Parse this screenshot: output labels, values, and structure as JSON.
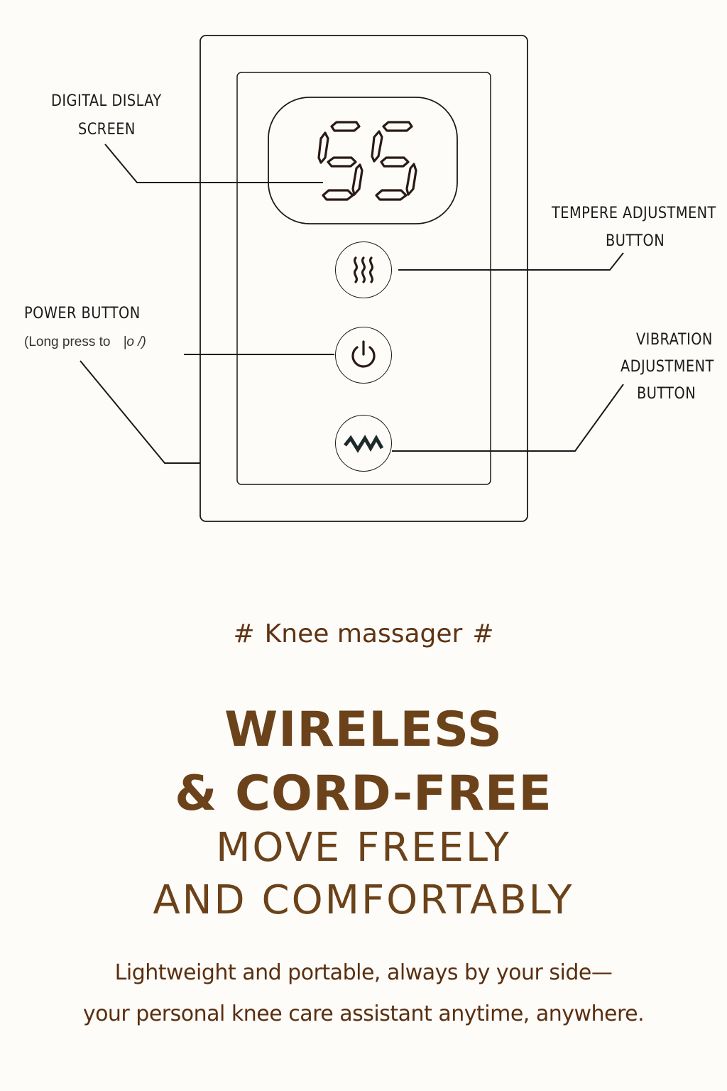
{
  "diagram": {
    "display": {
      "label_line1": "DIGITAL DISLAY",
      "label_line2": "SCREEN",
      "value": "55"
    },
    "temperature_button": {
      "label_line1": "TEMPERE ADJUSTMENT",
      "label_line2": "BUTTON",
      "icon": "heat-waves-icon"
    },
    "power_button": {
      "label": "POWER BUTTON",
      "sublabel": "(Long press to",
      "sublabel_symbol": "|o /)",
      "icon": "power-icon"
    },
    "vibration_button": {
      "label_line1": "VIBRATION",
      "label_line2": "ADJUSTMENT",
      "label_line3": "BUTTON",
      "icon": "zigzag-wave-icon"
    },
    "colors": {
      "line": "#1a1a1a",
      "background": "#fdfcf9"
    }
  },
  "marketing": {
    "hashtag_left": "#",
    "hashtag_text": "Knee massager",
    "hashtag_right": "#",
    "headline_line1": "WIRELESS",
    "headline_line2": "& CORD-FREE",
    "subheadline_line1": "MOVE FREELY",
    "subheadline_line2": "AND COMFORTABLY",
    "body_line1": "Lightweight and portable, always by your side—",
    "body_line2": "your personal knee care assistant anytime, anywhere.",
    "colors": {
      "headline": "#6b4219",
      "body": "#5a2f10"
    }
  }
}
